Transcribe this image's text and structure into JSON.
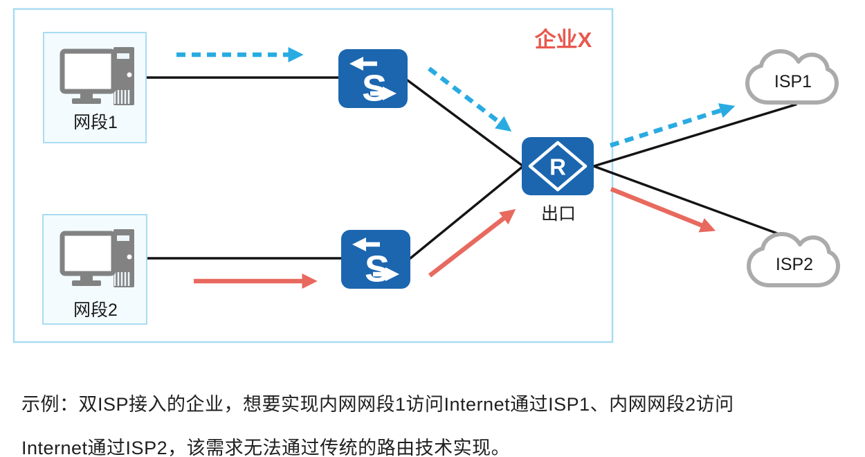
{
  "diagram": {
    "enterprise_label": "企业X",
    "segment1_label": "网段1",
    "segment2_label": "网段2",
    "switch_letter": "S",
    "router_letter": "R",
    "router_label": "出口",
    "isp1_label": "ISP1",
    "isp2_label": "ISP2"
  },
  "caption": {
    "line1": "示例：双ISP接入的企业，想要实现内网网段1访问Internet通过ISP1、内网网段2访问",
    "line2": "Internet通过ISP2，该需求无法通过传统的路由技术实现。"
  },
  "colors": {
    "device_blue": "#1b66af",
    "flow_blue": "#29abe2",
    "flow_red": "#e8695e",
    "enterprise_border": "#a8dcf0",
    "segment_box_border": "#a9dcf2",
    "segment_box_fill": "#f3fbfe",
    "cloud_gray": "#ababab",
    "pc_gray": "#828282",
    "link_black": "#141414",
    "enterprise_label_red": "#e8584e"
  }
}
